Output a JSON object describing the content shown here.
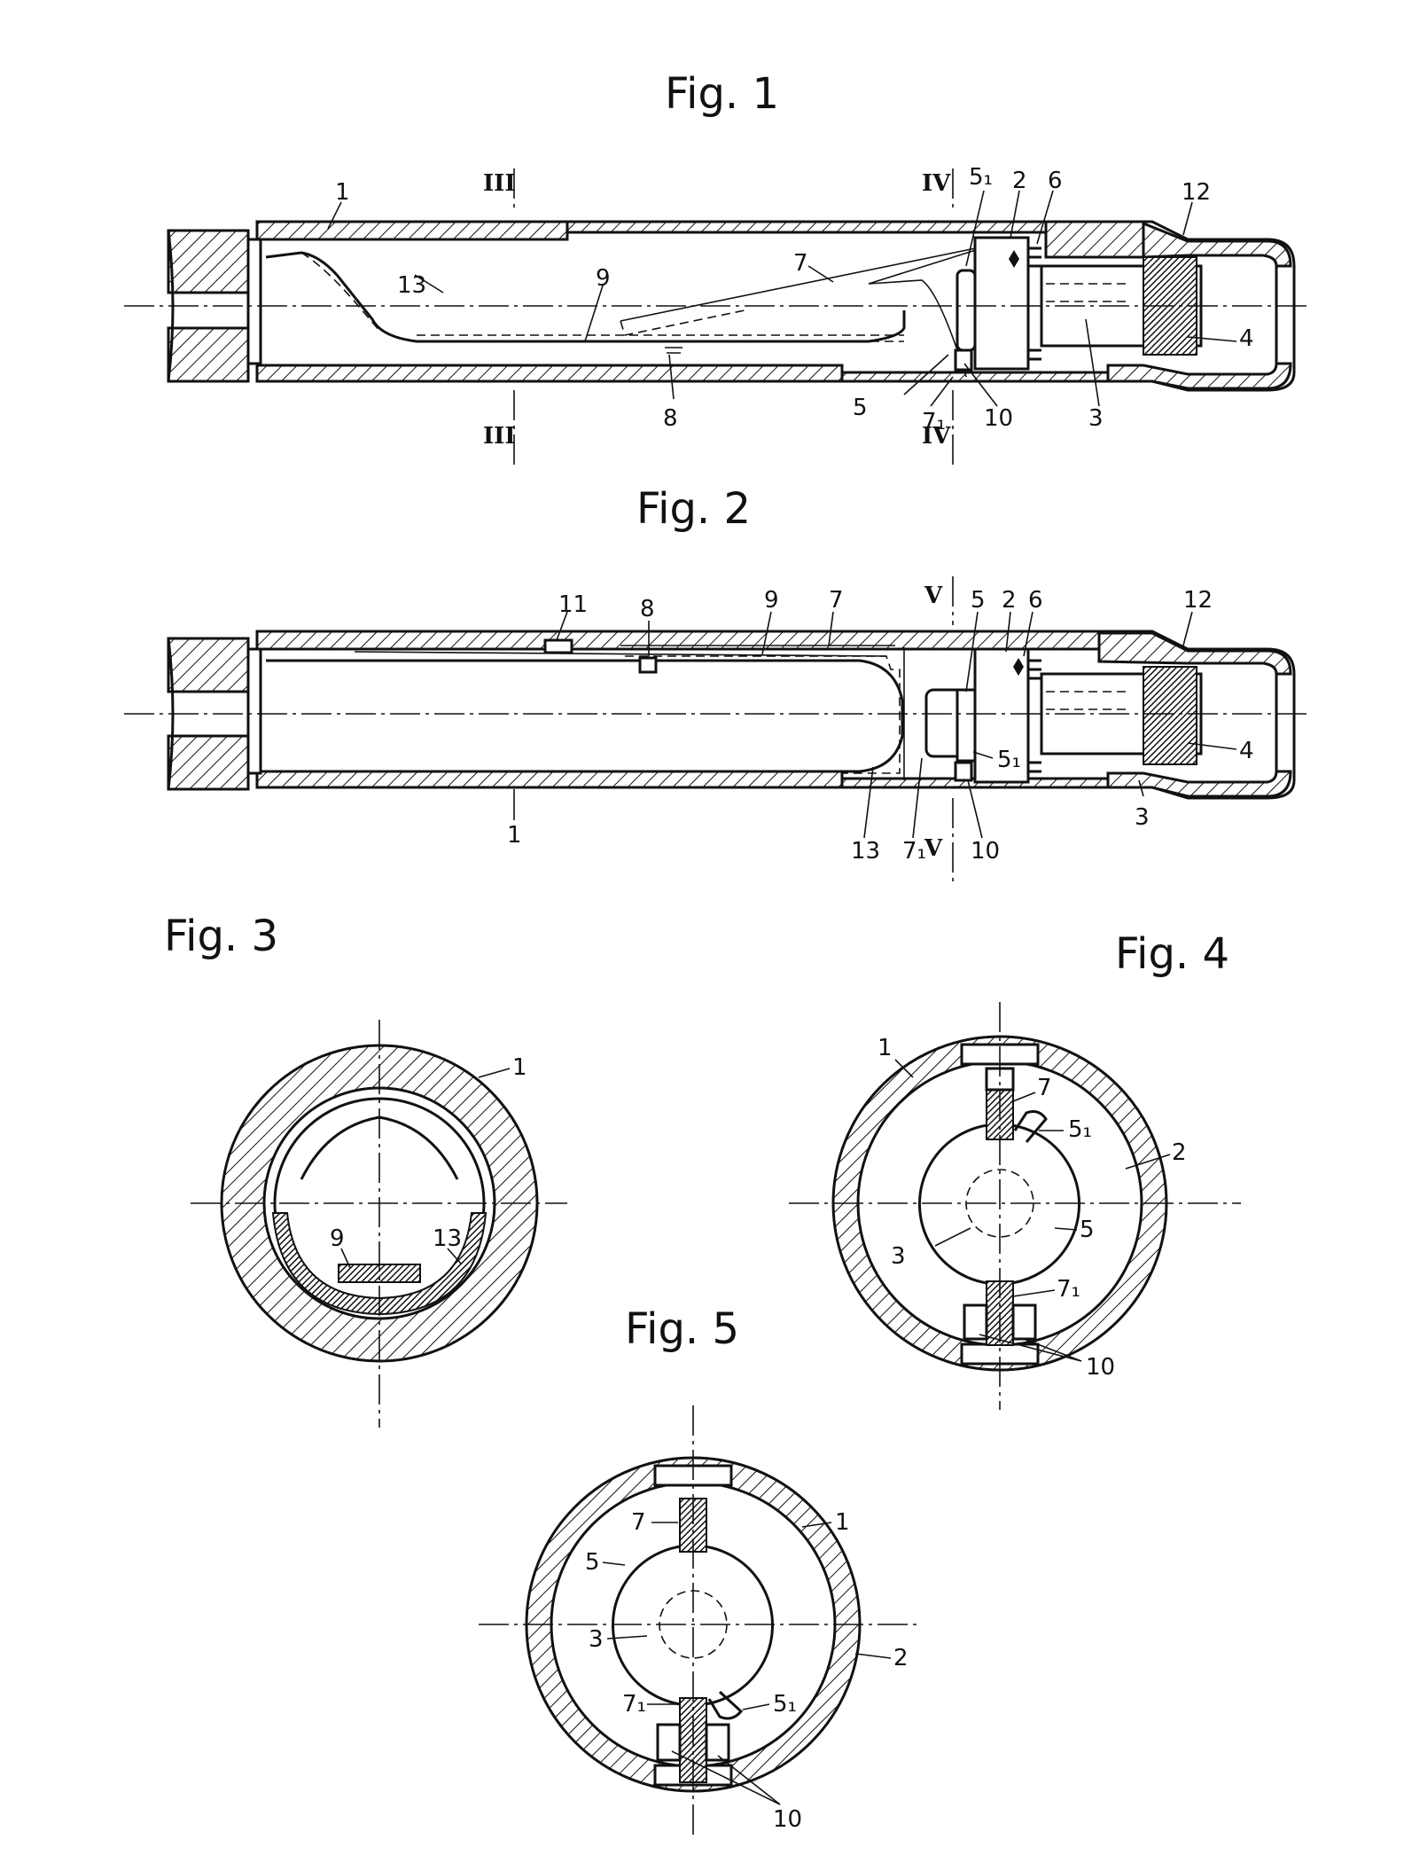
{
  "figures": [
    {
      "id": "fig1",
      "title": "Fig. 1"
    },
    {
      "id": "fig2",
      "title": "Fig. 2"
    },
    {
      "id": "fig3",
      "title": "Fig. 3"
    },
    {
      "id": "fig4",
      "title": "Fig. 4"
    },
    {
      "id": "fig5",
      "title": "Fig. 5"
    }
  ],
  "fig1_labels": {
    "l1": "1",
    "l13": "13",
    "l9": "9",
    "l7": "7",
    "l51": "5₁",
    "l2": "2",
    "l6": "6",
    "l12": "12",
    "l4": "4",
    "l3": "3",
    "l10": "10",
    "l71": "7₁",
    "l5": "5",
    "l8": "8",
    "secIII_top": "III",
    "secIII_bottom": "III",
    "secIV_top": "IV",
    "secIV_bottom": "IV"
  },
  "fig2_labels": {
    "l11": "11",
    "l8": "8",
    "l9": "9",
    "l7": "7",
    "l5": "5",
    "l2": "2",
    "l6": "6",
    "l12": "12",
    "l51": "5₁",
    "l4": "4",
    "l3": "3",
    "l1": "1",
    "l13": "13",
    "l71": "7₁",
    "l10": "10",
    "secV_top": "V",
    "secV_bottom": "V"
  },
  "fig3_labels": {
    "l1": "1",
    "l9": "9",
    "l13": "13"
  },
  "fig4_labels": {
    "l1": "1",
    "l7": "7",
    "l51": "5₁",
    "l2": "2",
    "l5": "5",
    "l3": "3",
    "l71": "7₁",
    "l10": "10"
  },
  "fig5_labels": {
    "l7": "7",
    "l1": "1",
    "l5": "5",
    "l3": "3",
    "l2": "2",
    "l71": "7₁",
    "l51": "5₁",
    "l10": "10"
  }
}
